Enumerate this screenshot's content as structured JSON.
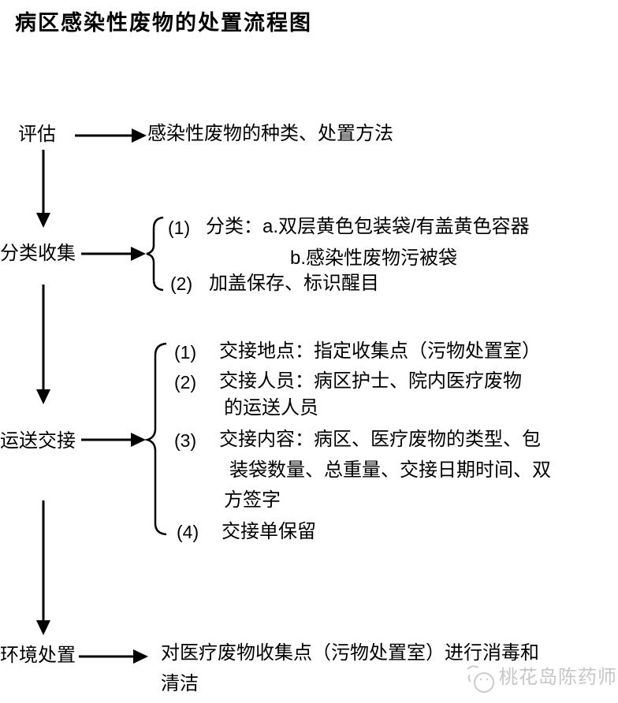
{
  "page": {
    "title": "病区感染性废物的处置流程图"
  },
  "flow": {
    "assess": {
      "label": "评估",
      "result": "感染性废物的种类、处置方法"
    },
    "collect": {
      "label": "分类收集",
      "lines": [
        {
          "num": "(1)",
          "text": "分类：a.双层黄色包装袋/有盖黄色容器"
        },
        {
          "num": "",
          "text": "b.感染性废物污被袋"
        },
        {
          "num": "(2)",
          "text": "加盖保存、标识醒目"
        }
      ]
    },
    "transport": {
      "label": "运送交接",
      "lines": [
        {
          "num": "(1)",
          "text": "交接地点：指定收集点（污物处置室）"
        },
        {
          "num": "(2)",
          "text": "交接人员：病区护士、院内医疗废物"
        },
        {
          "num": "",
          "text": "的运送人员"
        },
        {
          "num": "(3)",
          "text": "交接内容：病区、医疗废物的类型、包"
        },
        {
          "num": "",
          "text": "装袋数量、总重量、交接日期时间、双"
        },
        {
          "num": "",
          "text": "方签字"
        },
        {
          "num": "(4)",
          "text": "交接单保留"
        }
      ]
    },
    "dispose": {
      "label": "环境处置",
      "lines": [
        {
          "text": "对医疗废物收集点（污物处置室）进行消毒和"
        },
        {
          "text": "清洁"
        }
      ]
    }
  },
  "watermark": {
    "text": "桃花岛陈药师"
  },
  "colors": {
    "ink": "#000000",
    "watermark": "#c6c6c6",
    "background": "#ffffff"
  }
}
